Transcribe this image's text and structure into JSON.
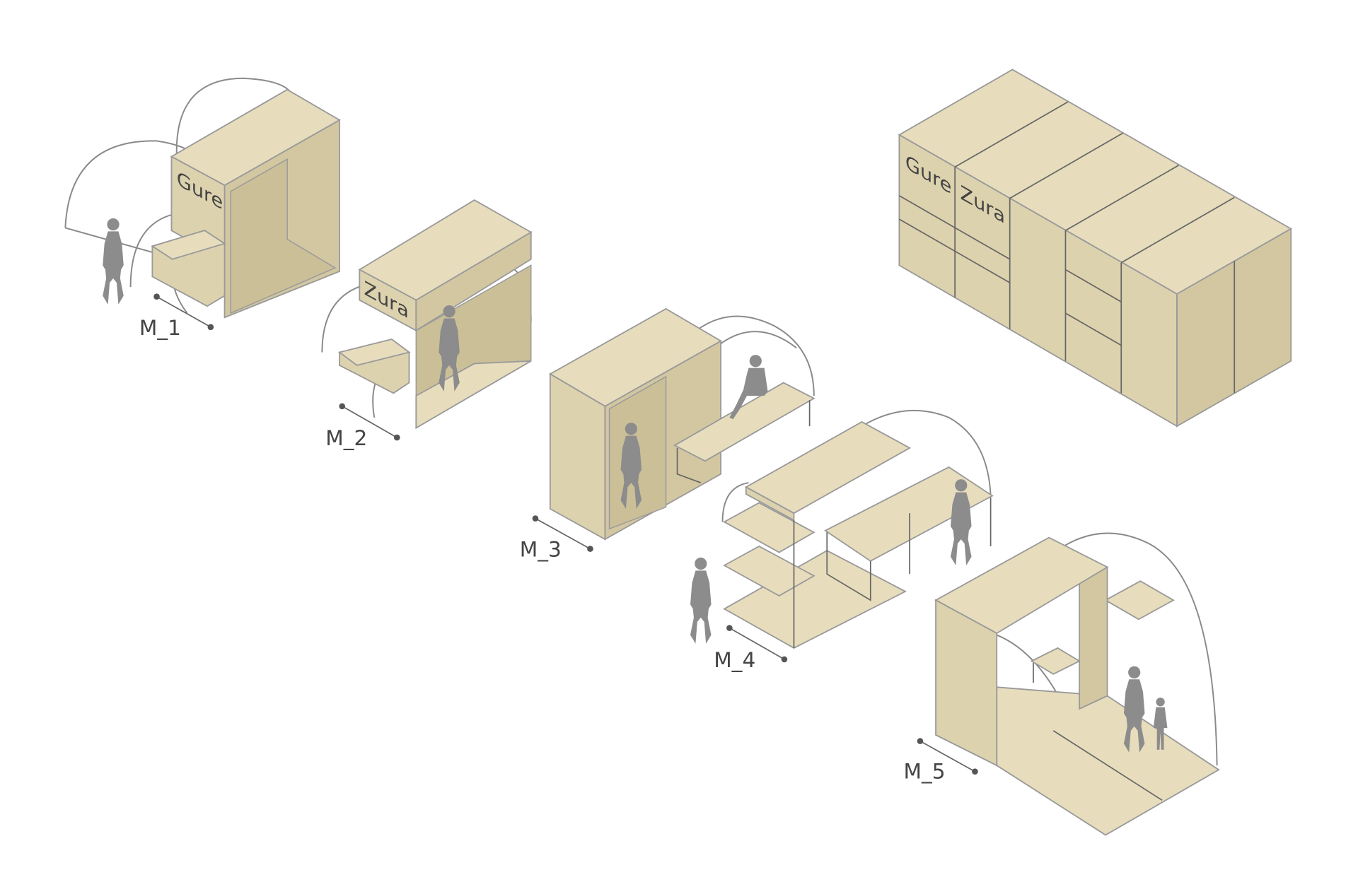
{
  "signs": {
    "gure": "Gure",
    "zura": "Zura"
  },
  "modules": [
    {
      "label": "M_1"
    },
    {
      "label": "M_2"
    },
    {
      "label": "M_3"
    },
    {
      "label": "M_4"
    },
    {
      "label": "M_5"
    }
  ],
  "colors": {
    "wood_top": "#e7ddbd",
    "wood_side": "#ddd2ae",
    "figure": "#8c8c8c"
  }
}
